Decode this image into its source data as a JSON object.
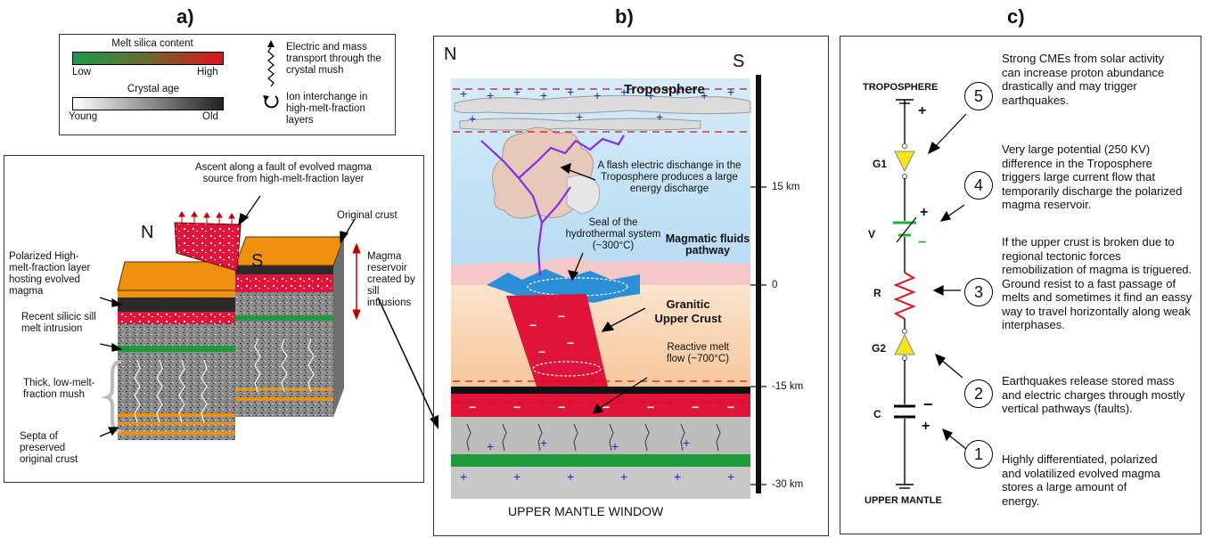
{
  "panels": {
    "a": {
      "letter": "a)",
      "legend": {
        "melt_title": "Melt silica content",
        "melt_low": "Low",
        "melt_high": "High",
        "age_title": "Crystal age",
        "age_young": "Young",
        "age_old": "Old",
        "electric_transport": "Electric and mass transport through the crystal mush",
        "ion_interchange": "Ion interchange in high-melt-fraction layers"
      },
      "labels": {
        "ascent": "Ascent along a fault of evolved magma source from high-melt-fraction layer",
        "original_crust": "Original crust",
        "north": "N",
        "south": "S",
        "magma_reservoir": "Magma reservoir created by sill intrusions",
        "polarized_layer": "Polarized High-melt-fraction layer hosting evolved magma",
        "recent_silicic": "Recent silicic sill melt intrusion",
        "thick_mush": "Thick, low-melt-fraction mush",
        "septa": "Septa of preserved original crust"
      }
    },
    "b": {
      "letter": "b)",
      "north": "N",
      "south": "S",
      "troposphere": "Troposphere",
      "flash_discharge": "A flash electric dischange in the Troposphere produces a large energy discharge",
      "seal": "Seal of the hydrothermal system (~300°C)",
      "magmatic_pathway": "Magmatic fluids pathway",
      "granitic": "Granitic Upper Crust",
      "reactive_flow": "Reactive melt flow (~700°C)",
      "scale_15": "15 km",
      "scale_0": "0",
      "scale_m15": "-15 km",
      "scale_m30": "-30 km",
      "window_title": "UPPER MANTLE WINDOW"
    },
    "c": {
      "letter": "c)",
      "troposphere": "TROPOSPHERE",
      "upper_mantle": "UPPER MANTLE",
      "g1": "G1",
      "v": "V",
      "r": "R",
      "g2": "G2",
      "c": "C",
      "plus": "+",
      "minus": "−",
      "steps": [
        {
          "num": "5",
          "text": "Strong CMEs from solar activity can increase proton abundance drastically and may trigger earthquakes."
        },
        {
          "num": "4",
          "text": "Very large potential (250 KV) difference in the Troposphere triggers large current flow that temporarily discharge the polarized magma reservoir."
        },
        {
          "num": "3",
          "text": "If the upper crust is broken due to regional tectonic forces remobilization of magma is triguered. Ground resist to a fast passage of melts and sometimes it find an eassy way to travel horizontally along weak interphases."
        },
        {
          "num": "2",
          "text": "Earthquakes release stored mass and electric charges through mostly vertical pathways (faults)."
        },
        {
          "num": "1",
          "text": "Highly differentiated, polarized and volatilized evolved magma stores a large amount of energy."
        }
      ]
    }
  },
  "colors": {
    "melt_low": "#1a9a4a",
    "melt_high": "#e0101e",
    "crust_orange": "#f0900f",
    "magma_red": "#e0143a",
    "diode_yellow": "#f5e61a",
    "resistor_red": "#e0101e",
    "battery_green": "#22b030",
    "purple": "#8a2be2"
  }
}
